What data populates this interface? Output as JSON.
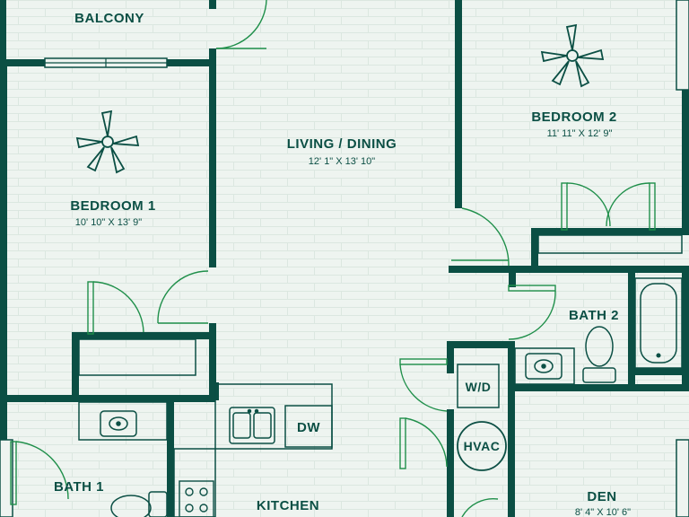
{
  "rooms": {
    "balcony": {
      "name": "BALCONY"
    },
    "bedroom1": {
      "name": "BEDROOM 1",
      "size": "10' 10\" X 13' 9\""
    },
    "living": {
      "name": "LIVING / DINING",
      "size": "12' 1\" X 13' 10\""
    },
    "bedroom2": {
      "name": "BEDROOM 2",
      "size": "11' 11\" X 12' 9\""
    },
    "bath1": {
      "name": "BATH 1"
    },
    "bath2": {
      "name": "BATH 2"
    },
    "kitchen": {
      "name": "KITCHEN"
    },
    "den": {
      "name": "DEN",
      "size": "8' 4\" X 10' 6\""
    }
  },
  "fixtures": {
    "dishwasher": "DW",
    "washer_dryer": "W/D",
    "hvac": "HVAC"
  },
  "colors": {
    "wall": "#0b4f44",
    "door": "#1f8f4a",
    "background": "#eef4f0",
    "lines": "#dce8e1"
  }
}
